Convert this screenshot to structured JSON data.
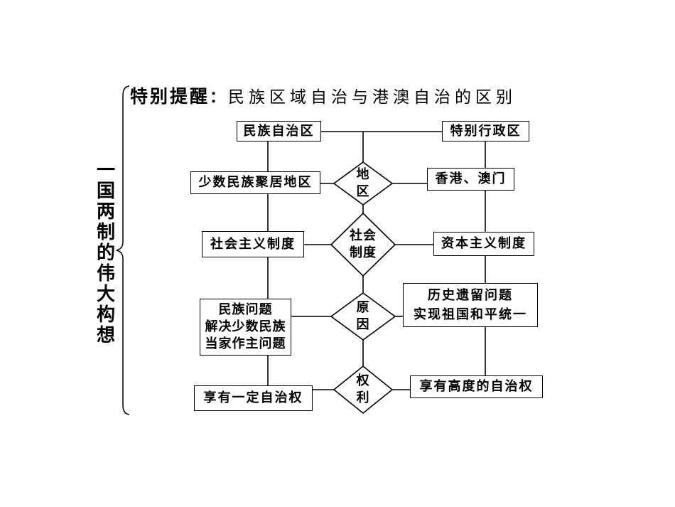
{
  "side_title": "一国两制的伟大构想",
  "heading": {
    "tag": "特别提醒",
    "colon": "：",
    "text": "民族区域自治与港澳自治的区别"
  },
  "left_header": "民族自治区",
  "right_header": "特别行政区",
  "rows": [
    {
      "left": [
        "少数民族聚居地区"
      ],
      "criterion": [
        "地",
        "区"
      ],
      "right": [
        "香港、澳门"
      ]
    },
    {
      "left": [
        "社会主义制度"
      ],
      "criterion": [
        "社会",
        "制度"
      ],
      "right": [
        "资本主义制度"
      ]
    },
    {
      "left": [
        "民族问题",
        "解决少数民族",
        "当家作主问题"
      ],
      "criterion": [
        "原",
        "因"
      ],
      "right": [
        "历史遗留问题",
        "实现祖国和平统一"
      ]
    },
    {
      "left": [
        "享有一定自治权"
      ],
      "criterion": [
        "权",
        "利"
      ],
      "right": [
        "享有高度的自治权"
      ]
    }
  ]
}
